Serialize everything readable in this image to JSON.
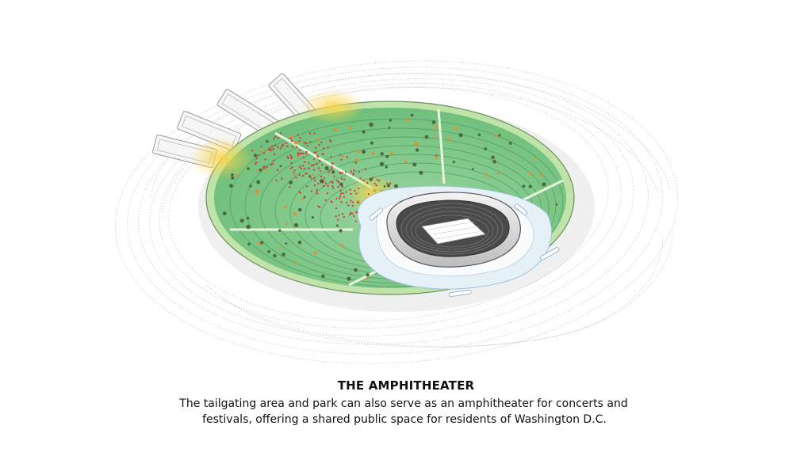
{
  "caption": {
    "title": "THE AMPHITHEATER",
    "line1": "The tailgating area and park can also serve as an amphitheater for concerts and",
    "line2": "festivals, offering a shared public space for residents of Washington D.C."
  },
  "colors": {
    "park_green": "#7fc98a",
    "park_rim": "#bfe3a8",
    "moat_blue": "#dcebf5",
    "crowd_red": "#d9312b",
    "glow_yellow": "#f7d54a",
    "tree_dark": "#4d6b3a",
    "tree_orange": "#d9953a"
  }
}
